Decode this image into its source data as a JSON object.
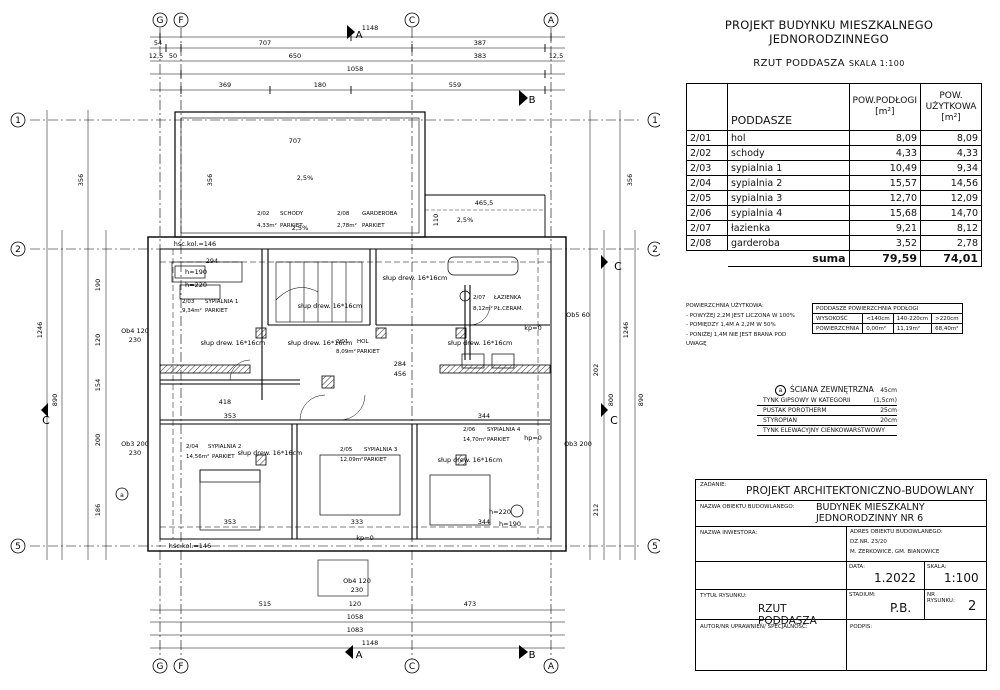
{
  "sheet": {
    "project_title": "PROJEKT BUDYNKU MIESZKALNEGO JEDNORODZINNEGO",
    "drawing_name": "RZUT PODDASZA",
    "scale_text": "SKALA 1:100"
  },
  "area_table": {
    "header_name": "PODDASZE",
    "header_floor_area": "POW.PODŁOGI [m²]",
    "header_usable_area": "POW. UŻYTKOWA [m²]",
    "rows": [
      {
        "id": "2/01",
        "name": "hol",
        "floor": "8,09",
        "usable": "8,09"
      },
      {
        "id": "2/02",
        "name": "schody",
        "floor": "4,33",
        "usable": "4,33"
      },
      {
        "id": "2/03",
        "name": "sypialnia 1",
        "floor": "10,49",
        "usable": "9,34"
      },
      {
        "id": "2/04",
        "name": "sypialnia 2",
        "floor": "15,57",
        "usable": "14,56"
      },
      {
        "id": "2/05",
        "name": "sypialnia 3",
        "floor": "12,70",
        "usable": "12,09"
      },
      {
        "id": "2/06",
        "name": "sypialnia 4",
        "floor": "15,68",
        "usable": "14,70"
      },
      {
        "id": "2/07",
        "name": "łazienka",
        "floor": "9,21",
        "usable": "8,12"
      },
      {
        "id": "2/08",
        "name": "garderoba",
        "floor": "3,52",
        "usable": "2,78"
      }
    ],
    "sum_label": "suma",
    "sum_floor": "79,59",
    "sum_usable": "74,01"
  },
  "legend_usable": {
    "title": "POWIERZCHNIA UŻYTKOWA:",
    "lines": [
      "- POWYŻEJ 2,2M JEST LICZONA W 100%",
      "- POMIĘDZY 1,4M A 2,2M W 50%",
      "- PONIŻEJ 1,4M NIE JEST BRANA POD UWAGĘ"
    ]
  },
  "legend_floor": {
    "title": "PODDASZE POWIERZCHNIA PODŁOGI",
    "row1": [
      "WYSOKOŚĆ",
      "<140cm",
      "140-220cm",
      ">220cm"
    ],
    "row2": [
      "POWIERZCHNIA",
      "0,00m²",
      "11,19m²",
      "68,40m²"
    ]
  },
  "wall_spec": {
    "marker": "a",
    "title": "ŚCIANA ZEWNĘTRZNA",
    "total": "45cm",
    "layers": [
      {
        "name": "TYNK GIPSOWY W KATEGORII",
        "thickness": "(1,5cm)"
      },
      {
        "name": "PUSTAK POROTHERM",
        "thickness": "25cm"
      },
      {
        "name": "STYROPIAN",
        "thickness": "20cm"
      },
      {
        "name": "TYNK ELEWACYJNY CIENKOWARSTWOWY",
        "thickness": ""
      }
    ]
  },
  "title_block": {
    "task_label": "ZADANIE:",
    "task_value": "PROJEKT ARCHITEKTONICZNO-BUDOWLANY",
    "object_label": "NAZWA OBIEKTU BUDOWLANEGO:",
    "object_value_1": "BUDYNEK MIESZKALNY",
    "object_value_2": "JEDNORODZINNY NR 6",
    "investor_label": "NAZWA INWESTORA:",
    "address_label": "ADRES OBIEKTU BUDOWLANEGO:",
    "address_1": "DZ.NR. 23/20",
    "address_2": "M. ŻERKOWICE, GM. BIANOWICE",
    "date_label": "DATA:",
    "date_value": "1.2022",
    "scale_label": "SKALA:",
    "scale_value": "1:100",
    "drawing_title_label": "TYTUŁ RYSUNKU:",
    "drawing_title_value": "RZUT PODDASZA",
    "stage_label": "STADIUM:",
    "stage_value": "P.B.",
    "drawing_no_label": "NR RYSUNKU:",
    "drawing_no_value": "2",
    "author_label": "AUTOR/NR UPRAWNIEŃ/ SPECJALNOŚĆ:",
    "signature_label": "PODPIS:"
  },
  "plan": {
    "axes_top": [
      "G",
      "F",
      "C",
      "A"
    ],
    "axes_side": [
      "1",
      "2",
      "5"
    ],
    "side_axis_c": "C",
    "section_marks": [
      "A",
      "B"
    ],
    "dims_top_row1": [
      "54",
      "707",
      "387"
    ],
    "dims_top_row2": [
      "12,5",
      "50",
      "650",
      "383",
      "12,5"
    ],
    "dim_top_total": "1148",
    "dim_top_inner": "1058",
    "dims_top_row3": [
      "369",
      "180",
      "559"
    ],
    "dims_bottom": [
      "515",
      "120",
      "473"
    ],
    "dim_bottom_1058": "1058",
    "dim_bottom_1083": "1083",
    "dim_bottom_1148": "1148",
    "dims_left_outer": [
      "1246",
      "890"
    ],
    "dims_left_inner": [
      "356",
      "190",
      "120",
      "154",
      "200",
      "186"
    ],
    "dims_right_inner": [
      "356",
      "202",
      "800",
      "212"
    ],
    "dims_right_outer": [
      "1246",
      "890"
    ],
    "dim_terrace_707": "707",
    "dim_terrace_356": "356",
    "dim_465": "465,5",
    "dim_110": "110",
    "dim_294": "294",
    "dim_353a": "353",
    "dim_353b": "353",
    "dim_344a": "344",
    "dim_344b": "344",
    "dim_333": "333",
    "dim_418": "418",
    "dim_456": "456",
    "dim_284": "284",
    "hsc_top": "hśc.kol.=146",
    "hsc_bottom": "hśc.kol.=146",
    "h190": "h=190",
    "h220": "h=220",
    "h220b": "h=220",
    "h190b": "h=190",
    "slope_label": "2,5%",
    "slope_label_2": "2,5%",
    "slope_label_3": "2,5%",
    "rooms": [
      {
        "id": "2/03",
        "name": "SYPIALNIA 1",
        "area": "9,34m²",
        "floor": "PARKIET"
      },
      {
        "id": "2/02",
        "name": "SCHODY",
        "area": "4,33m²",
        "floor": "PARKIET"
      },
      {
        "id": "2/08",
        "name": "GARDEROBA",
        "area": "2,78m²",
        "floor": "PARKIET"
      },
      {
        "id": "2/07",
        "name": "ŁAZIENKA",
        "area": "8,12m²",
        "floor": "PŁ.CERAM."
      },
      {
        "id": "2/01",
        "name": "HOL",
        "area": "8,09m²",
        "floor": "PARKIET"
      },
      {
        "id": "2/04",
        "name": "SYPIALNIA 2",
        "area": "14,56m²",
        "floor": "PARKIET"
      },
      {
        "id": "2/05",
        "name": "SYPIALNIA 3",
        "area": "12,09m²",
        "floor": "PARKIET"
      },
      {
        "id": "2/06",
        "name": "SYPIALNIA 4",
        "area": "14,70m²",
        "floor": "PARKIET"
      }
    ],
    "post_1": "słup drew. 16*16cm",
    "post_2": "słup drew. 16*16cm",
    "post_3": "słup drew. 16*16cm",
    "post_4": "słup drew. 16*16cm",
    "post_5": "słup drew. 16*16cm",
    "post_6": "słup drew. 16*16cm",
    "post_7": "słup drew. 16*16cm",
    "ob1": "Ob4 120",
    "ob1b": "230",
    "ob2": "Ob3 200",
    "ob2b": "230",
    "ob3": "Ob4 120",
    "ob3b": "230",
    "ob_r1": "Ob5 60",
    "ob_r2": "Ob3 200",
    "kp1": "kp=0",
    "kp2": "hp=0",
    "kp3": "kp=0",
    "wall_marker": "a"
  }
}
